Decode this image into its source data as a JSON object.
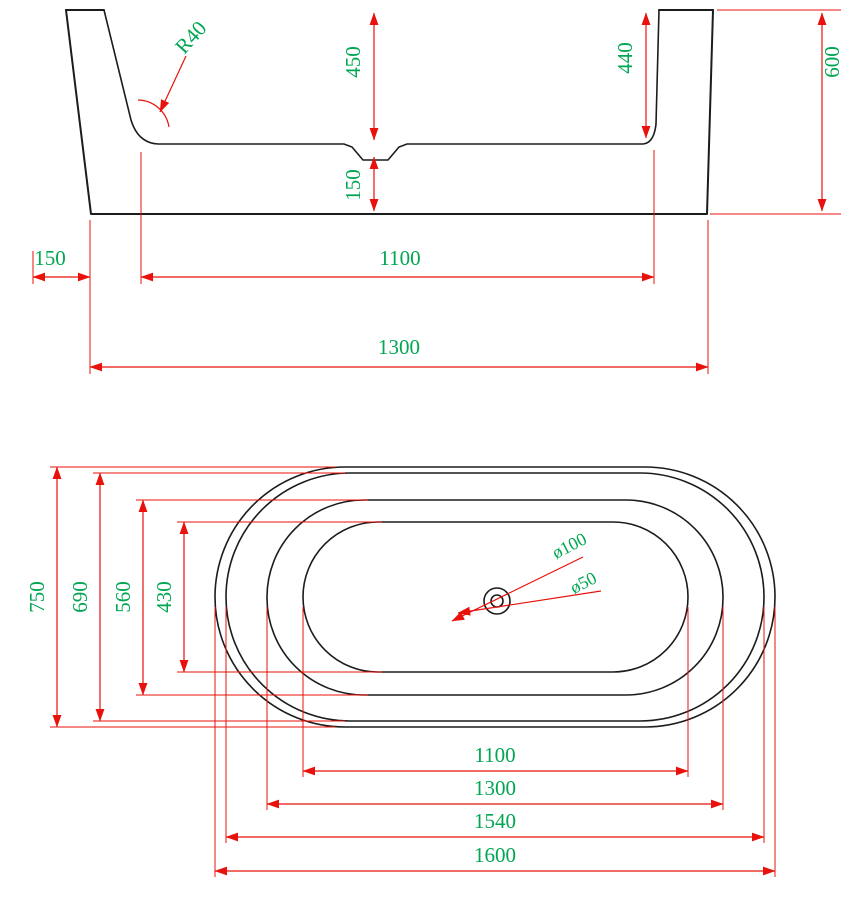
{
  "drawing": {
    "background": "#ffffff",
    "colors": {
      "outline": "#1c1c1c",
      "dimension_lines": "#e8110b",
      "dimension_text": "#00a651"
    }
  },
  "elevation_view": {
    "corner_radius": "R40",
    "basin_depth": "450",
    "right_depth": "440",
    "overall_height": "600",
    "base_height": "150",
    "rim_overhang": "150",
    "floor_width": "1100",
    "base_width": "1300"
  },
  "plan_view": {
    "overall_width": "750",
    "rim_inner_width": "690",
    "basin_width": "560",
    "floor_width": "430",
    "floor_length": "1100",
    "basin_length": "1300",
    "rim_inner_length": "1540",
    "overall_length": "1600",
    "drain_outer_diameter": "ø100",
    "drain_inner_diameter": "ø50"
  }
}
